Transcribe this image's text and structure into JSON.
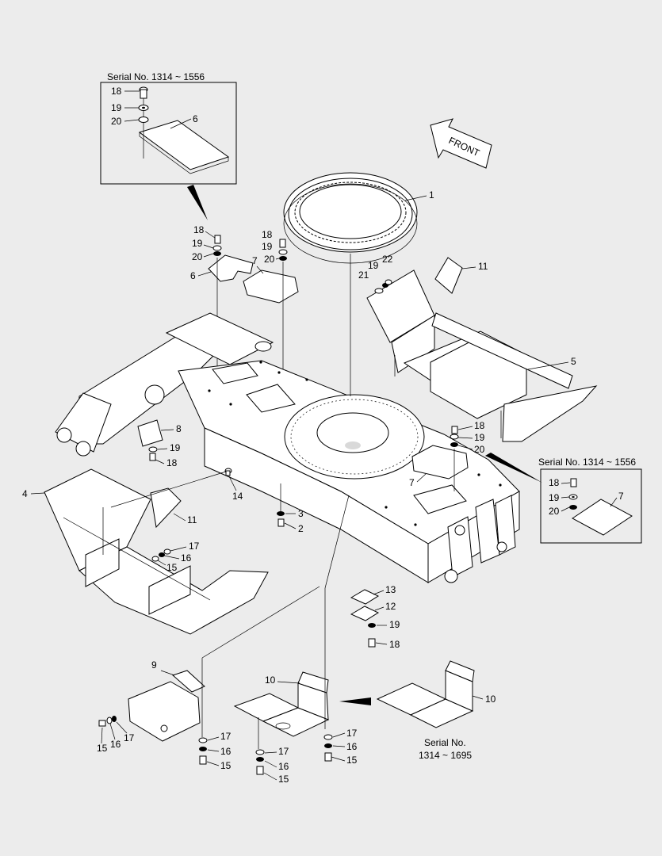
{
  "inset_top": {
    "caption": "Serial No. 1314 ~ 1556",
    "labels": [
      "18",
      "19",
      "20",
      "6"
    ]
  },
  "inset_right": {
    "caption": "Serial No. 1314 ~ 1556",
    "labels": [
      "18",
      "19",
      "20",
      "7"
    ]
  },
  "inset_bottom": {
    "caption_line1": "Serial No.",
    "caption_line2": "1314 ~ 1695",
    "labels": [
      "10"
    ]
  },
  "front_arrow": {
    "label": "FRONT"
  },
  "callouts": [
    "1",
    "18",
    "19",
    "20",
    "6",
    "18",
    "19",
    "20",
    "7",
    "19",
    "22",
    "21",
    "11",
    "5",
    "8",
    "19",
    "18",
    "18",
    "19",
    "20",
    "7",
    "4",
    "14",
    "11",
    "3",
    "2",
    "17",
    "16",
    "15",
    "13",
    "12",
    "19",
    "18",
    "9",
    "10",
    "17",
    "16",
    "15",
    "15",
    "16",
    "17",
    "17",
    "16",
    "15",
    "17",
    "16",
    "15"
  ]
}
